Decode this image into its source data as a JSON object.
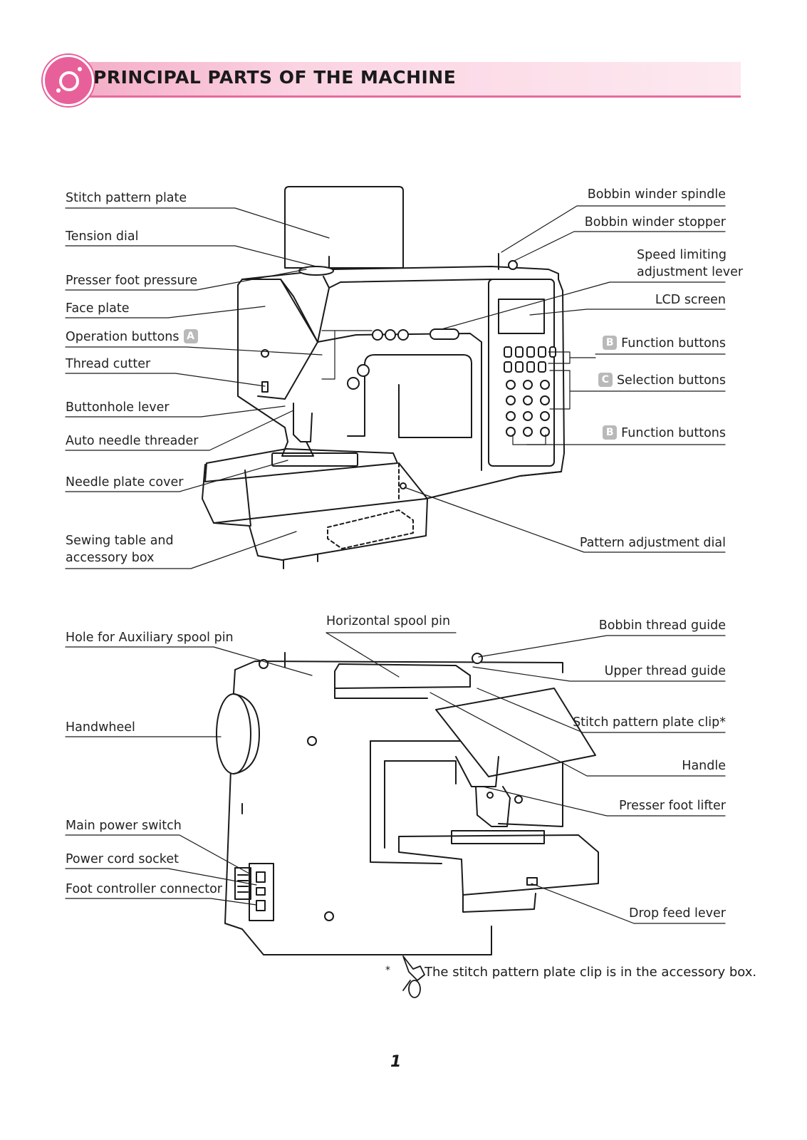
{
  "header": {
    "title": "PRINCIPAL PARTS OF THE MACHINE"
  },
  "front_labels": {
    "stitch_pattern_plate": "Stitch pattern plate",
    "tension_dial": "Tension dial",
    "presser_foot_pressure": "Presser foot pressure",
    "face_plate": "Face plate",
    "operation_buttons": "Operation buttons",
    "thread_cutter": "Thread cutter",
    "buttonhole_lever": "Buttonhole lever",
    "auto_needle_threader": "Auto needle threader",
    "needle_plate_cover": "Needle plate cover",
    "sewing_table_line1": "Sewing table and",
    "sewing_table_line2": "accessory box",
    "bobbin_winder_spindle": "Bobbin winder spindle",
    "bobbin_winder_stopper": "Bobbin winder stopper",
    "speed_limiting_line1": "Speed limiting",
    "speed_limiting_line2": "adjustment lever",
    "lcd_screen": "LCD screen",
    "function_buttons_top": "Function buttons",
    "selection_buttons": "Selection buttons",
    "function_buttons_bottom": "Function buttons",
    "pattern_adjustment_dial": "Pattern adjustment dial"
  },
  "badges": {
    "a": "A",
    "b": "B",
    "c": "C"
  },
  "rear_labels": {
    "horizontal_spool_pin": "Horizontal spool pin",
    "hole_auxiliary_spool_pin": "Hole for Auxiliary spool pin",
    "handwheel": "Handwheel",
    "main_power_switch": "Main power switch",
    "power_cord_socket": "Power cord socket",
    "foot_controller_connector": "Foot controller connector",
    "bobbin_thread_guide": "Bobbin thread guide",
    "upper_thread_guide": "Upper thread guide",
    "stitch_pattern_plate_clip": "Stitch pattern plate clip*",
    "handle": "Handle",
    "presser_foot_lifter": "Presser foot lifter",
    "drop_feed_lever": "Drop feed lever"
  },
  "footnote": {
    "asterisk": "*",
    "text": "The stitch pattern plate clip is in the accessory box."
  },
  "page_number": "1"
}
